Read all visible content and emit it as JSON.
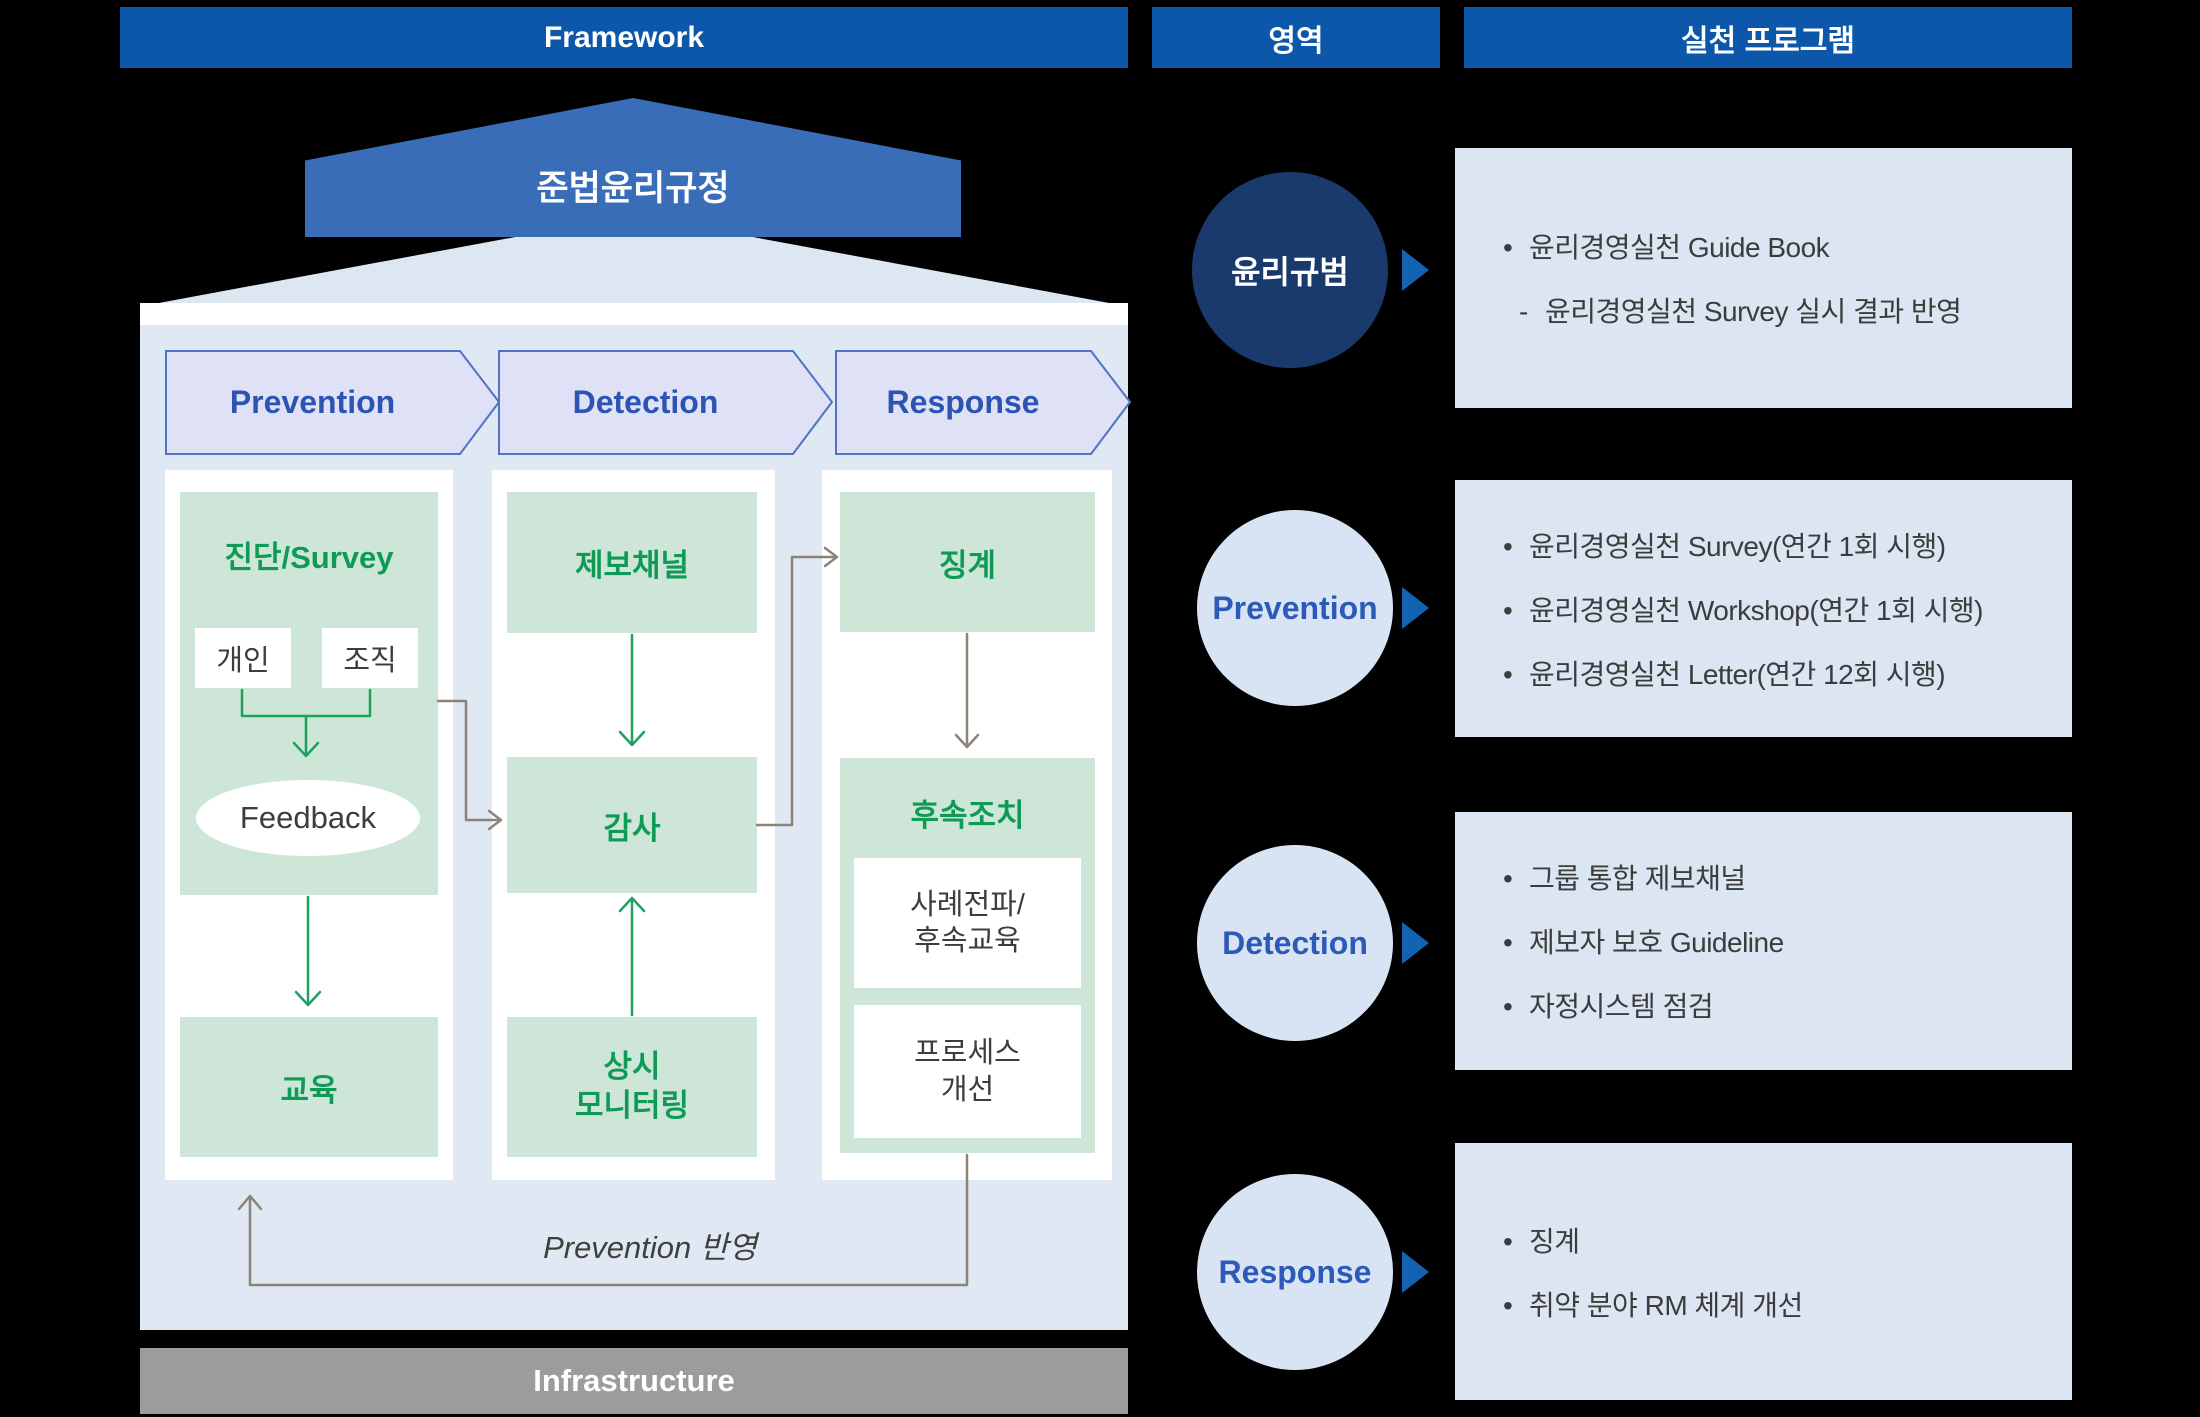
{
  "colors": {
    "header_blue": "#0d57aa",
    "banner_blue": "#3a6db8",
    "panel_blue": "#dfe8f3",
    "chevron_fill": "#dfe2f6",
    "chevron_text": "#2d54b2",
    "green_fill": "#cde6d8",
    "green_text": "#0f9b56",
    "gray_line": "#8d8477",
    "navy_circle": "#1a3a6d",
    "light_circle": "#d8e4f3",
    "right_box": "#dbe6f2",
    "infra_gray": "#9c9c9c",
    "dark_text": "#3d3d3d",
    "arrow_blue": "#1463b2"
  },
  "headers": {
    "framework": "Framework",
    "area": "영역",
    "program": "실천 프로그램"
  },
  "diagram": {
    "banner": "준법윤리규정",
    "chevrons": [
      {
        "label": "Prevention"
      },
      {
        "label": "Detection"
      },
      {
        "label": "Response"
      }
    ],
    "col1": {
      "title": "진단/Survey",
      "box_left": "개인",
      "box_right": "조직",
      "ellipse": "Feedback",
      "bottom": "교육"
    },
    "col2": {
      "top": "제보채널",
      "middle": "감사",
      "bottom_line1": "상시",
      "bottom_line2": "모니터링"
    },
    "col3": {
      "top": "징계",
      "container_title": "후속조치",
      "inner1_line1": "사례전파/",
      "inner1_line2": "후속교육",
      "inner2_line1": "프로세스",
      "inner2_line2": "개선"
    },
    "loop_label": "Prevention 반영",
    "infrastructure": "Infrastructure"
  },
  "rows": [
    {
      "area": "윤리규범",
      "items": [
        {
          "b": "•",
          "t": "윤리경영실천 Guide Book"
        },
        {
          "b": "-",
          "t": "윤리경영실천 Survey 실시 결과 반영"
        }
      ]
    },
    {
      "area": "Prevention",
      "items": [
        {
          "b": "•",
          "t": "윤리경영실천 Survey(연간 1회 시행)"
        },
        {
          "b": "•",
          "t": "윤리경영실천 Workshop(연간 1회 시행)"
        },
        {
          "b": "•",
          "t": "윤리경영실천 Letter(연간 12회 시행)"
        }
      ]
    },
    {
      "area": "Detection",
      "items": [
        {
          "b": "•",
          "t": "그룹 통합 제보채널"
        },
        {
          "b": "•",
          "t": "제보자 보호 Guideline"
        },
        {
          "b": "•",
          "t": "자정시스템 점검"
        }
      ]
    },
    {
      "area": "Response",
      "items": [
        {
          "b": "•",
          "t": "징계"
        },
        {
          "b": "•",
          "t": "취약 분야 RM 체계 개선"
        }
      ]
    }
  ]
}
